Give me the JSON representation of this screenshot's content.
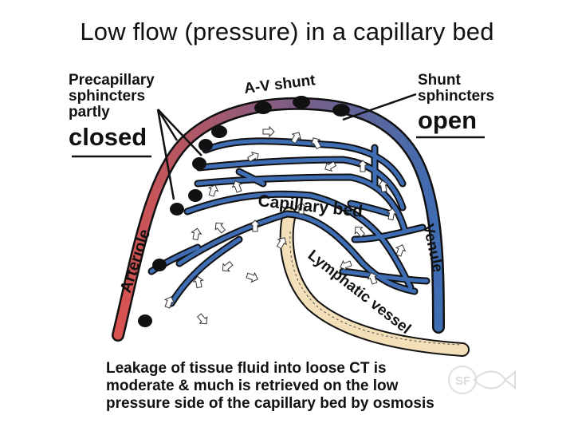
{
  "title": "Low flow (pressure) in a capillary bed",
  "labels": {
    "precap_line1": "Precapillary",
    "precap_line2": "sphincters",
    "precap_line3": "partly",
    "precap_status": "closed",
    "av_shunt": "A-V shunt",
    "shunt_line1": "Shunt",
    "shunt_line2": "sphincters",
    "shunt_status": "open",
    "arteriole": "Arteriole",
    "venule": "Venule",
    "capillary_bed": "Capillary bed",
    "lymphatic_vessel": "Lymphatic vessel"
  },
  "caption": {
    "line1": "Leakage of tissue fluid into loose CT is",
    "line2": "moderate & much is retrieved on the low",
    "line3": "pressure side of the capillary bed by osmosis"
  },
  "logo_text": "SF",
  "colors": {
    "arteriole": "#d9534f",
    "shunt_mid": "#7a5a86",
    "venule": "#3f6db3",
    "capillary": "#3f6db3",
    "lymphatic": "#f3dfb8",
    "outline": "#111111"
  },
  "icons": [
    "sphincter-dot",
    "flow-arrow",
    "fish-logo-icon"
  ]
}
